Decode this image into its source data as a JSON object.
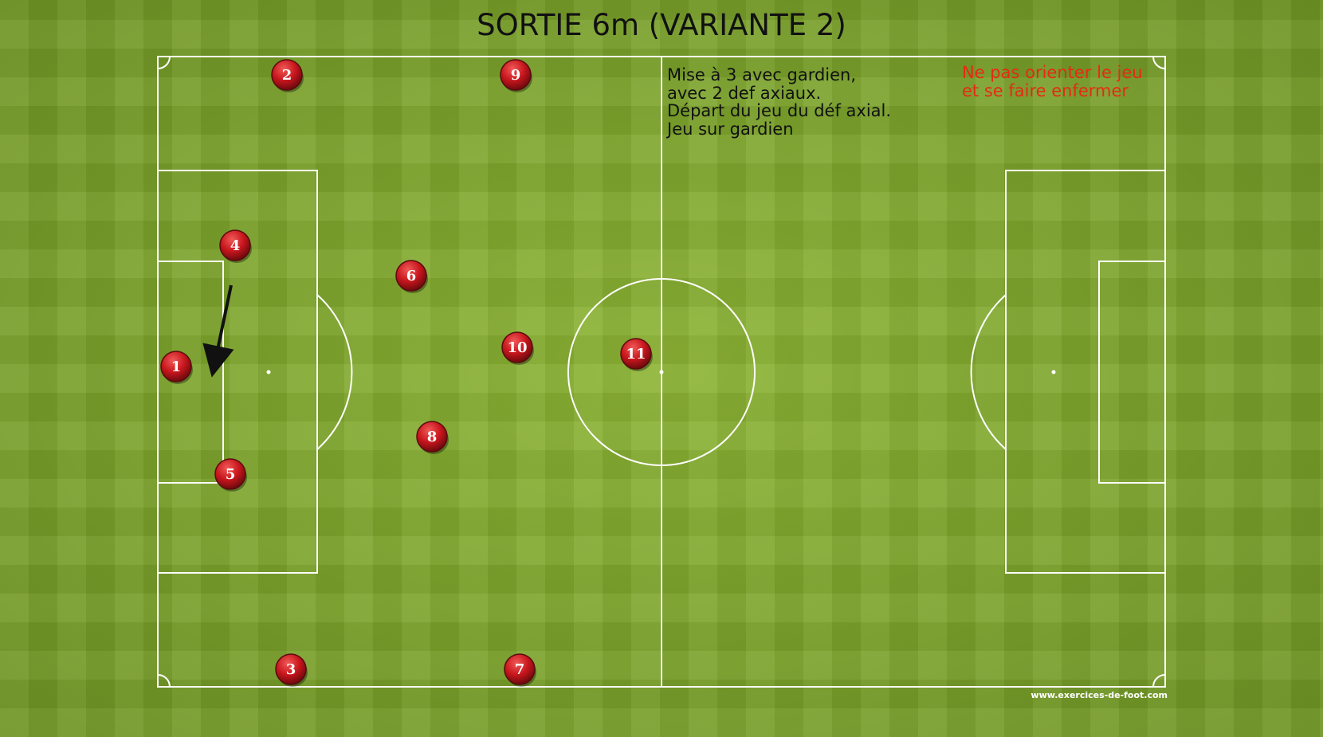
{
  "title": "SORTIE 6m (VARIANTE 2)",
  "notes": {
    "main": "Mise à 3 avec gardien,\navec 2 def axiaux.\nDépart du jeu du déf axial.\nJeu sur gardien",
    "warning": "Ne pas orienter le jeu\net se faire enfermer"
  },
  "website": "www.exercices-de-foot.com",
  "colors": {
    "grass": "#7ea42c",
    "lines": "#ffffff",
    "player": "#c8161d",
    "warning_text": "#e62a14",
    "arrow": "#111111"
  },
  "players": [
    {
      "number": "1"
    },
    {
      "number": "2"
    },
    {
      "number": "3"
    },
    {
      "number": "4"
    },
    {
      "number": "5"
    },
    {
      "number": "6"
    },
    {
      "number": "7"
    },
    {
      "number": "8"
    },
    {
      "number": "9"
    },
    {
      "number": "10"
    },
    {
      "number": "11"
    }
  ],
  "arrow": {
    "from_player": "4",
    "to_player": "1",
    "style": "pass"
  }
}
